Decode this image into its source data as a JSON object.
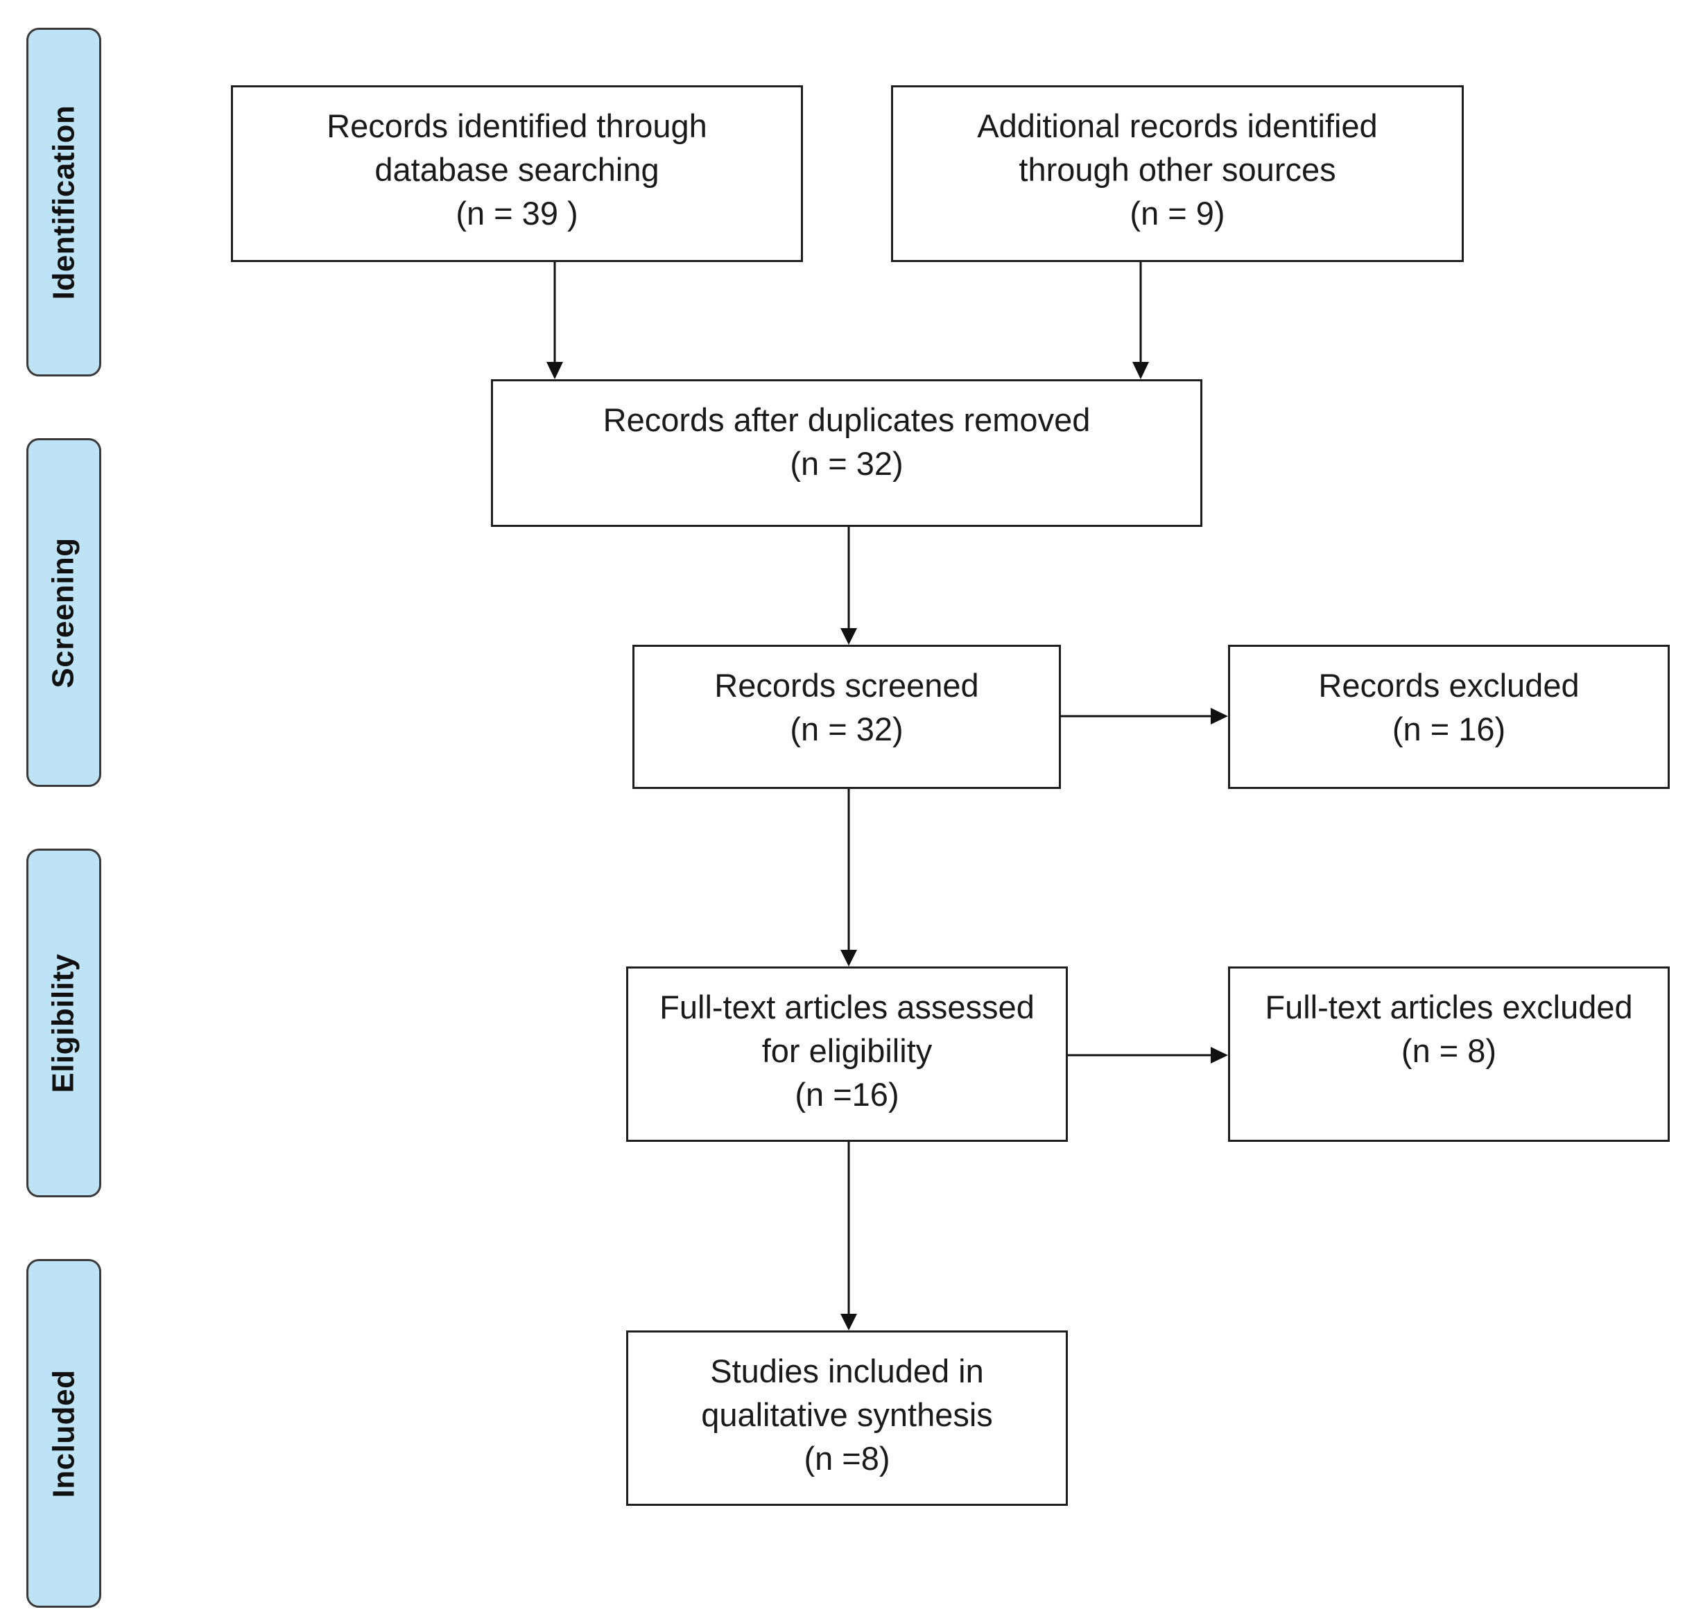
{
  "phases": [
    {
      "label": "Identification"
    },
    {
      "label": "Screening"
    },
    {
      "label": "Eligibility"
    },
    {
      "label": "Included"
    }
  ],
  "boxes": {
    "database_records": {
      "lines": [
        "Records identified through",
        "database searching",
        "(n = 39 )"
      ]
    },
    "other_sources_records": {
      "lines": [
        "Additional records identified",
        "through other sources",
        "(n = 9)"
      ]
    },
    "duplicates_removed": {
      "lines": [
        "Records after duplicates removed",
        "(n = 32)"
      ]
    },
    "records_screened": {
      "lines": [
        "Records screened",
        "(n = 32)"
      ]
    },
    "records_excluded": {
      "lines": [
        "Records excluded",
        "(n = 16)"
      ]
    },
    "fulltext_assessed": {
      "lines": [
        "Full-text articles assessed",
        "for eligibility",
        "(n =16)"
      ]
    },
    "fulltext_excluded": {
      "lines": [
        "Full-text articles excluded",
        "(n = 8)"
      ]
    },
    "studies_included": {
      "lines": [
        "Studies included in",
        "qualitative synthesis",
        "(n =8)"
      ]
    }
  }
}
